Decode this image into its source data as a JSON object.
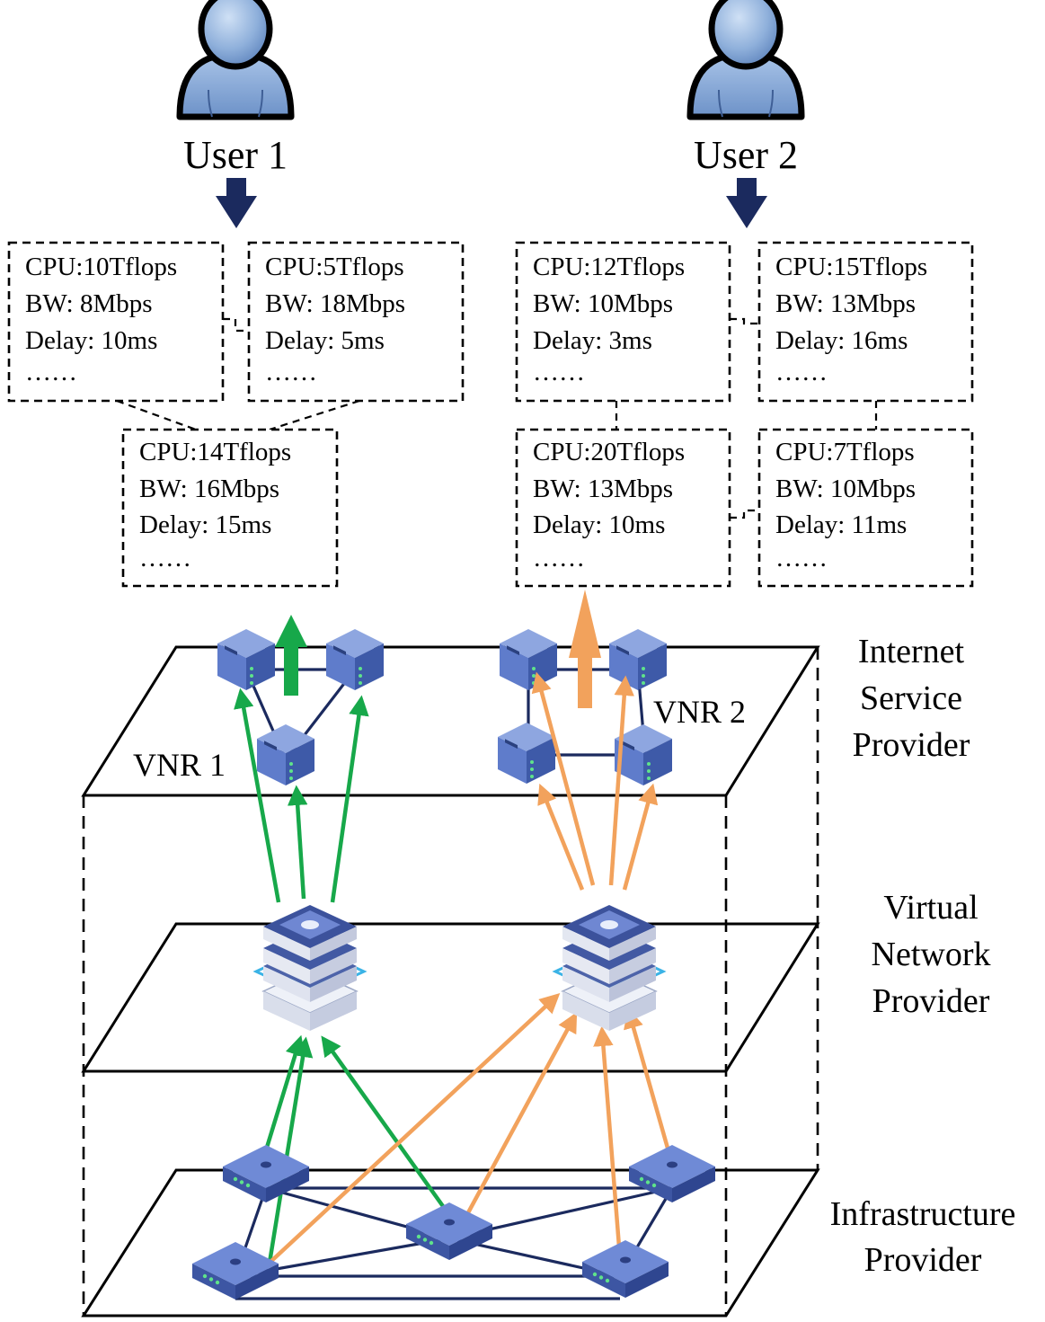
{
  "users": [
    {
      "label": "User 1"
    },
    {
      "label": "User 2"
    }
  ],
  "requirements": {
    "user1": [
      {
        "cpu": "CPU:10Tflops",
        "bw": "BW: 8Mbps",
        "delay": "Delay: 10ms",
        "more": "……"
      },
      {
        "cpu": "CPU:5Tflops",
        "bw": "BW: 18Mbps",
        "delay": "Delay: 5ms",
        "more": "……"
      },
      {
        "cpu": "CPU:14Tflops",
        "bw": "BW: 16Mbps",
        "delay": "Delay: 15ms",
        "more": "……"
      }
    ],
    "user2": [
      {
        "cpu": "CPU:12Tflops",
        "bw": "BW: 10Mbps",
        "delay": "Delay: 3ms",
        "more": "……"
      },
      {
        "cpu": "CPU:15Tflops",
        "bw": "BW: 13Mbps",
        "delay": "Delay: 16ms",
        "more": "……"
      },
      {
        "cpu": "CPU:20Tflops",
        "bw": "BW: 13Mbps",
        "delay": "Delay: 10ms",
        "more": "……"
      },
      {
        "cpu": "CPU:7Tflops",
        "bw": "BW: 10Mbps",
        "delay": "Delay: 11ms",
        "more": "……"
      }
    ]
  },
  "vnr_labels": {
    "vnr1": "VNR 1",
    "vnr2": "VNR 2"
  },
  "layers": {
    "isp": [
      "Internet",
      "Service",
      "Provider"
    ],
    "vnp": [
      "Virtual",
      "Network",
      "Provider"
    ],
    "infra": [
      "Infrastructure",
      "Provider"
    ]
  },
  "colors": {
    "user_arrow": "#1b2a5e",
    "vnr1_flow": "#17a84a",
    "vnr2_flow": "#f2a25c",
    "node_blue": "#5b78c9",
    "link_navy": "#1b2a5e"
  }
}
